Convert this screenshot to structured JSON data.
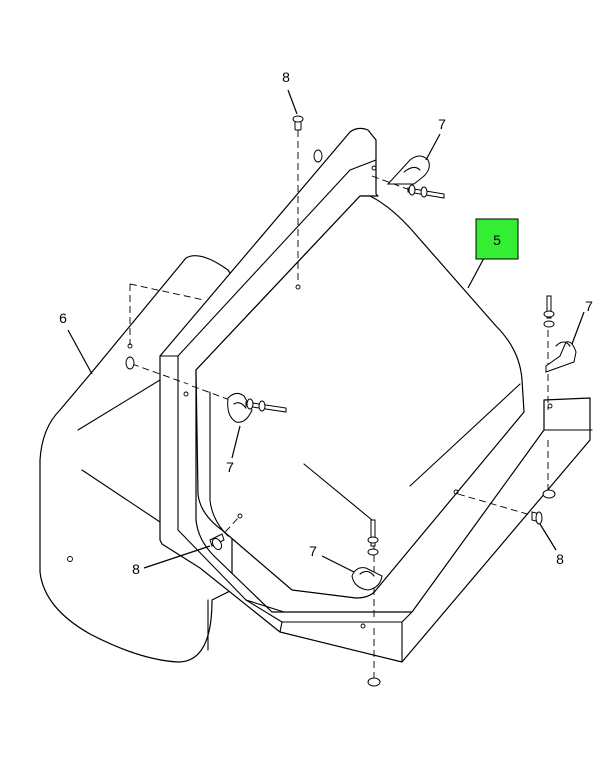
{
  "callouts": [
    {
      "id": "item-5",
      "label": "5",
      "highlighted": true
    },
    {
      "id": "item-6",
      "label": "6",
      "highlighted": false
    },
    {
      "id": "item-7-top",
      "label": "7",
      "highlighted": false
    },
    {
      "id": "item-7-right",
      "label": "7",
      "highlighted": false
    },
    {
      "id": "item-7-left",
      "label": "7",
      "highlighted": false
    },
    {
      "id": "item-7-bottom",
      "label": "7",
      "highlighted": false
    },
    {
      "id": "item-8-top",
      "label": "8",
      "highlighted": false
    },
    {
      "id": "item-8-left",
      "label": "8",
      "highlighted": false
    },
    {
      "id": "item-8-right",
      "label": "8",
      "highlighted": false
    }
  ],
  "colors": {
    "highlight": "#33ee33",
    "ink": "#000000",
    "paper": "#ffffff"
  }
}
